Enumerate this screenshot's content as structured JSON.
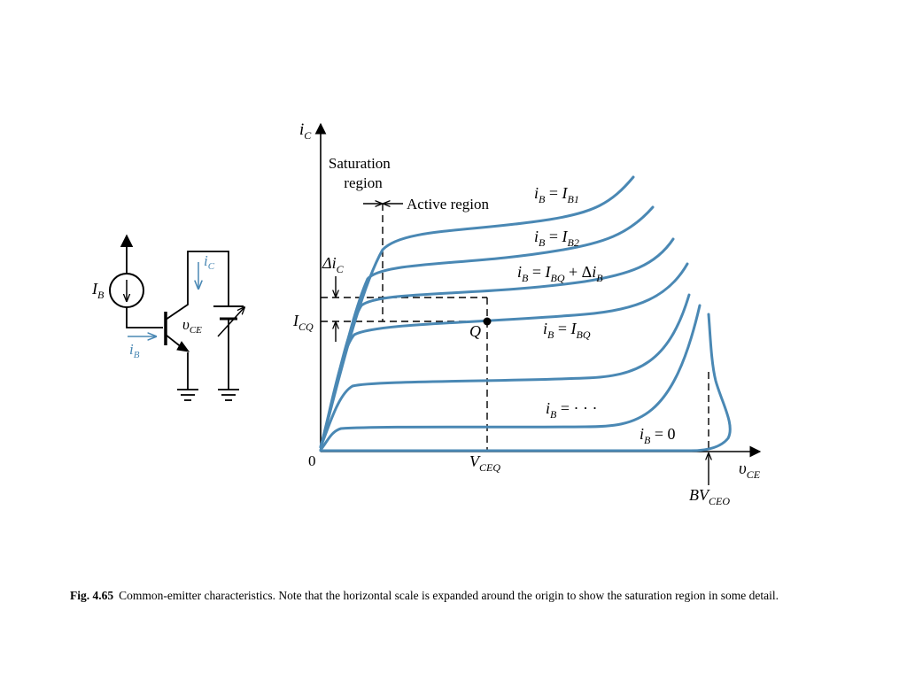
{
  "colors": {
    "curve": "#4a88b4",
    "line": "#000000",
    "background": "#ffffff"
  },
  "circuit": {
    "ib_source": "I",
    "ib_source_sub": "B",
    "ic_arrow": "i",
    "ic_arrow_sub": "C",
    "vce": "υ",
    "vce_sub": "CE",
    "ib_arrow": "i",
    "ib_arrow_sub": "B"
  },
  "plot": {
    "y_axis": "i",
    "y_axis_sub": "C",
    "x_axis": "υ",
    "x_axis_sub": "CE",
    "origin": "0",
    "saturation_line1": "Saturation",
    "saturation_line2": "region",
    "active_region": "Active region",
    "delta_ic": "Δi",
    "delta_ic_sub": "C",
    "icq": "I",
    "icq_sub": "CQ",
    "q_label": "Q",
    "vceq": "V",
    "vceq_sub": "CEQ",
    "bvceo": "BV",
    "bvceo_sub": "CEO",
    "curve_labels": {
      "ib1": {
        "a": "i",
        "as": "B",
        "eq": " = ",
        "b": "I",
        "bs": "B1"
      },
      "ib2": {
        "a": "i",
        "as": "B",
        "eq": " = ",
        "b": "I",
        "bs": "B2"
      },
      "ibq_plus": {
        "a": "i",
        "as": "B",
        "eq": " = ",
        "b": "I",
        "bs": "BQ",
        "plus": " + Δ",
        "c": "i",
        "cs": "B"
      },
      "ibq": {
        "a": "i",
        "as": "B",
        "eq": " = ",
        "b": "I",
        "bs": "BQ"
      },
      "ib_dots": {
        "a": "i",
        "as": "B",
        "eq": " = · · ·"
      },
      "ib_zero": {
        "a": "i",
        "as": "B",
        "eq": " = 0"
      }
    }
  },
  "caption": {
    "label": "Fig. 4.65",
    "text": "Common-emitter characteristics.  Note that the horizontal scale is expanded around the origin to show the saturation region in some detail."
  }
}
